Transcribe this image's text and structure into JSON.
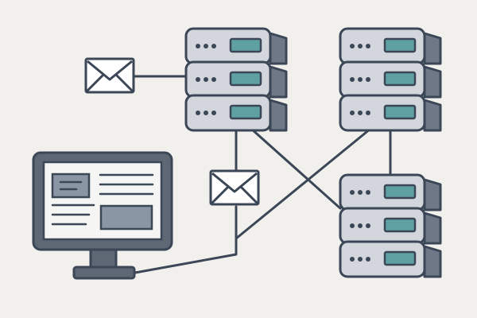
{
  "diagram": {
    "kind": "network-illustration",
    "colors": {
      "background": "#f1f0ed",
      "outline": "#3b4656",
      "unit_front": "#d3d6dc",
      "unit_side": "#6f7887",
      "led": "#3b4656",
      "display_bar": "#5fa0a2",
      "monitor_frame": "#5e6774",
      "screen": "#f5f5f3",
      "screen_block": "#8a96a3",
      "envelope": "#ffffff"
    },
    "icons": [
      "server-rack-icon",
      "desktop-monitor-icon",
      "envelope-icon"
    ],
    "nodes": [
      {
        "id": "rack-a",
        "icon": "server-rack-icon",
        "units": 3
      },
      {
        "id": "rack-b",
        "icon": "server-rack-icon",
        "units": 3
      },
      {
        "id": "rack-c",
        "icon": "server-rack-icon",
        "units": 3
      },
      {
        "id": "workstation",
        "icon": "desktop-monitor-icon"
      },
      {
        "id": "message-1",
        "icon": "envelope-icon"
      },
      {
        "id": "message-2",
        "icon": "envelope-icon"
      }
    ],
    "links": [
      {
        "from": "message-1",
        "to": "rack-a"
      },
      {
        "from": "rack-a",
        "to": "workstation",
        "via": "message-2"
      },
      {
        "from": "rack-a",
        "to": "rack-c"
      },
      {
        "from": "rack-b",
        "to": "workstation"
      },
      {
        "from": "rack-b",
        "to": "rack-c"
      }
    ]
  }
}
